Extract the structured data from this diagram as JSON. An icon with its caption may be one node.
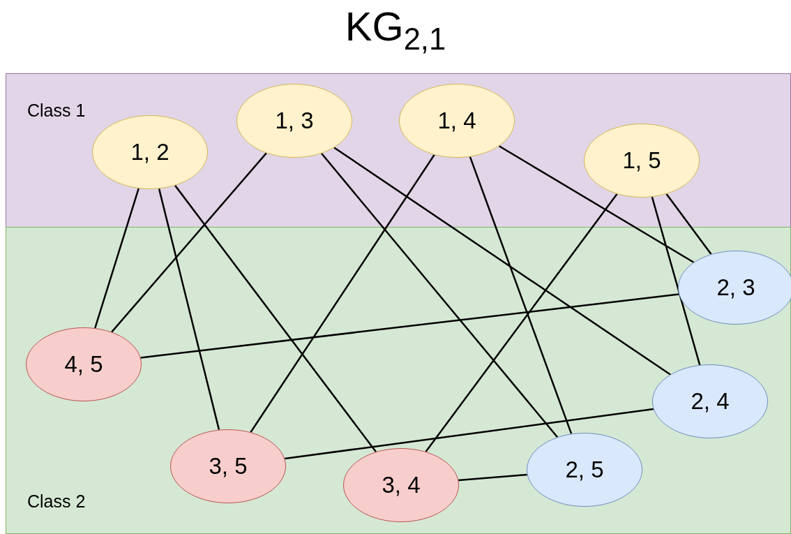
{
  "diagram": {
    "title": "KG$_{2,1}$",
    "nodes": [
      {
        "text": [
          "Class 1"
        ]
      },
      {
        "text": [
          "Class 2"
        ]
      },
      {
        "text": [
          "1, 2"
        ],
        "in": 0
      },
      {
        "text": [
          "1, 3"
        ],
        "in": 0
      },
      {
        "text": [
          "1, 4"
        ],
        "in": 0
      },
      {
        "text": [
          "1, 5"
        ],
        "in": 0
      },
      {
        "text": [
          "2, 3"
        ],
        "in": 1
      },
      {
        "text": [
          "4, 5"
        ],
        "in": 1
      },
      {
        "text": [
          "2, 4"
        ],
        "in": 1
      },
      {
        "text": [
          "3, 5"
        ],
        "in": 1
      },
      {
        "text": [
          "3, 4"
        ],
        "in": 1
      },
      {
        "text": [
          "2, 5"
        ],
        "in": 1
      }
    ],
    "edges": [
      {
        "from": 2,
        "to": 7,
        "arrow": "none"
      },
      {
        "from": 2,
        "to": 9,
        "arrow": "none"
      },
      {
        "from": 2,
        "to": 10,
        "arrow": "none"
      },
      {
        "from": 3,
        "to": 7,
        "arrow": "none"
      },
      {
        "from": 3,
        "to": 11,
        "arrow": "none"
      },
      {
        "from": 3,
        "to": 8,
        "arrow": "none"
      },
      {
        "from": 4,
        "to": 9,
        "arrow": "none"
      },
      {
        "from": 4,
        "to": 11,
        "arrow": "none"
      },
      {
        "from": 4,
        "to": 6,
        "arrow": "none"
      },
      {
        "from": 5,
        "to": 10,
        "arrow": "none"
      },
      {
        "from": 5,
        "to": 8,
        "arrow": "none"
      },
      {
        "from": 5,
        "to": 6,
        "arrow": "none"
      },
      {
        "from": 6,
        "to": 7,
        "arrow": "none"
      },
      {
        "from": 8,
        "to": 9,
        "arrow": "none"
      },
      {
        "from": 10,
        "to": 11,
        "arrow": "none"
      }
    ]
  }
}
